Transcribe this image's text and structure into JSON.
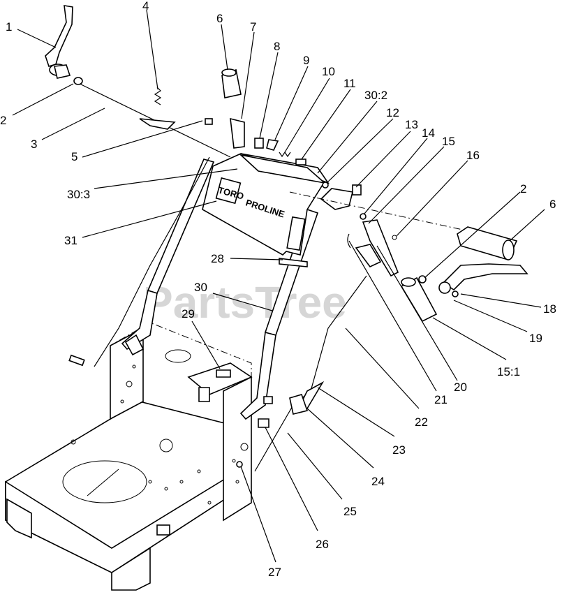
{
  "watermark": "PartsTree",
  "decal": {
    "brand": "TORO",
    "model": "PROLINE"
  },
  "callouts": [
    "1",
    "2",
    "3",
    "4",
    "5",
    "6",
    "7",
    "8",
    "9",
    "10",
    "11",
    "30:2",
    "12",
    "13",
    "14",
    "15",
    "16",
    "2",
    "6",
    "30:3",
    "31",
    "28",
    "30",
    "29",
    "18",
    "19",
    "15:1",
    "20",
    "21",
    "22",
    "23",
    "24",
    "25",
    "26",
    "27"
  ]
}
